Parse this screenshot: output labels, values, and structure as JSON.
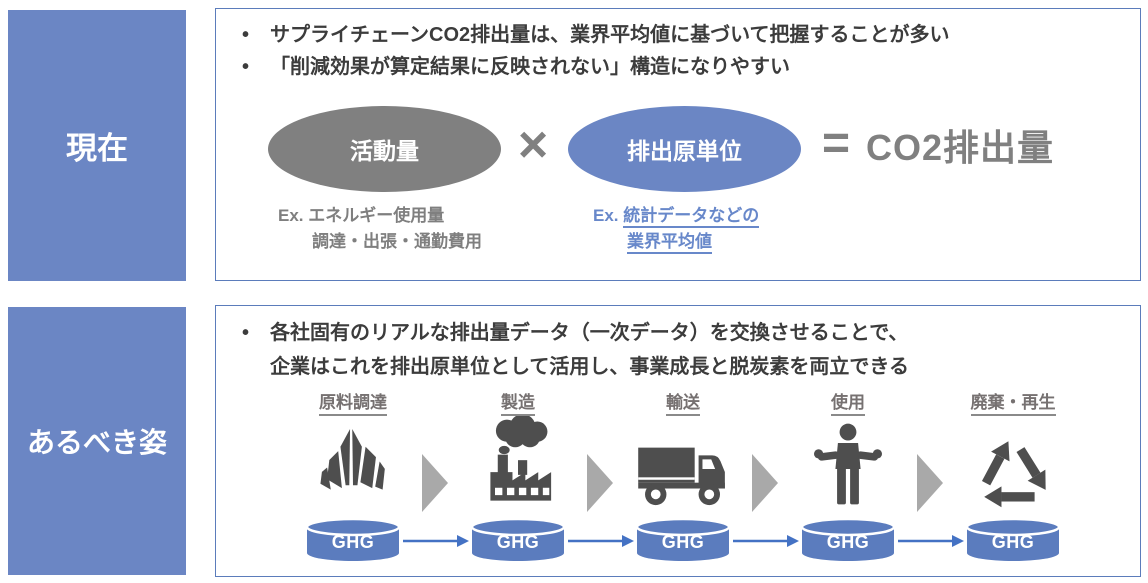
{
  "colors": {
    "panel_blue": "#6B86C4",
    "border_blue": "#5B7CBB",
    "ellipse_gray": "#808080",
    "cylinder_blue": "#5B7CBE",
    "flow_arrow_blue": "#4472C4",
    "icon_dark_gray": "#4E4E4E",
    "chevron_gray": "#A9A9A9",
    "body_text": "#3C3C3C",
    "example_gray": "#7F7F7F",
    "example_link_blue": "#6888CA"
  },
  "bullet_char": "•",
  "present": {
    "label": "現在",
    "bullets": [
      "サプライチェーンCO2排出量は、業界平均値に基づいて把握することが多い",
      "「削減効果が算定結果に反映されない」構造になりやすい"
    ],
    "formula": {
      "activity_label": "活動量",
      "times_symbol": "×",
      "intensity_label": "排出原単位",
      "equals_symbol": "=",
      "result_label": "CO2排出量",
      "activity_example": {
        "prefix": "Ex.",
        "line1": "エネルギー使用量",
        "line2": "調達・出張・通勤費用"
      },
      "intensity_example": {
        "prefix": "Ex.",
        "line1": "統計データなどの",
        "line2": "業界平均値"
      }
    }
  },
  "ideal": {
    "label": "あるべき姿",
    "bullet_lines": [
      "各社固有のリアルな排出量データ（一次データ）を交換させることで、",
      "企業はこれを排出原単位として活用し、事業成長と脱炭素を両立できる"
    ],
    "stages": [
      {
        "label": "原料調達",
        "icon": "crystal-icon",
        "ghg_label": "GHG"
      },
      {
        "label": "製造",
        "icon": "factory-icon",
        "ghg_label": "GHG"
      },
      {
        "label": "輸送",
        "icon": "truck-icon",
        "ghg_label": "GHG"
      },
      {
        "label": "使用",
        "icon": "person-icon",
        "ghg_label": "GHG"
      },
      {
        "label": "廃棄・再生",
        "icon": "recycle-icon",
        "ghg_label": "GHG"
      }
    ]
  }
}
